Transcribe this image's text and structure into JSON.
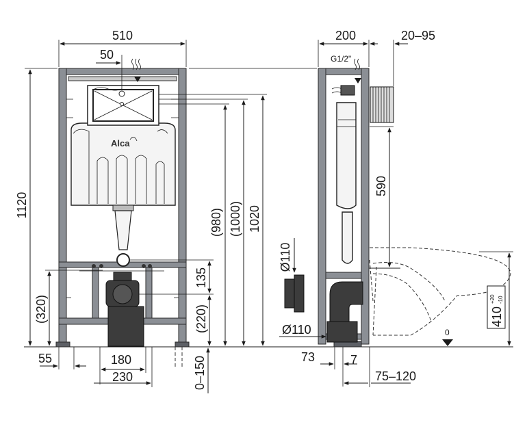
{
  "brand": "Alca",
  "front_view": {
    "width_total": "510",
    "water_offset": "50",
    "height_total": "1120",
    "height_980": "(980)",
    "height_1000": "(1000)",
    "height_1020": "1020",
    "dim_135": "135",
    "dim_320": "(320)",
    "dim_220": "(220)",
    "dim_55": "55",
    "dim_180": "180",
    "dim_230": "230",
    "dim_0_150": "0–150"
  },
  "side_view": {
    "depth": "200",
    "offset_20_95": "20–95",
    "thread": "G1/2\"",
    "dim_590": "590",
    "pipe_top": "Ø110",
    "pipe_bottom": "Ø110",
    "dim_73": "73",
    "dim_7": "7",
    "dim_75_120": "75–120",
    "dim_410": "410",
    "tol_plus": "+20",
    "tol_minus": "-10",
    "zero_mark": "0"
  }
}
